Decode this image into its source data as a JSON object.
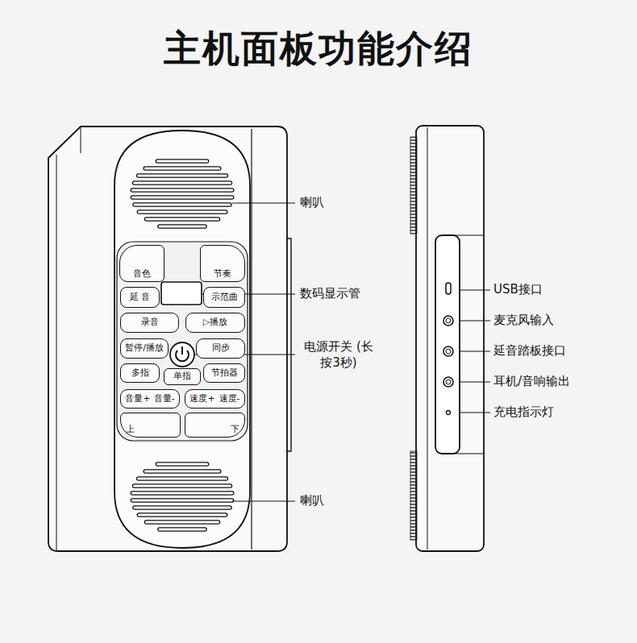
{
  "diagram": {
    "title": "主机面板功能介绍",
    "nodes": [
      {
        "text": [
          "音色"
        ]
      },
      {
        "text": [
          "节奏"
        ]
      },
      {
        "text": [
          "延 音"
        ]
      },
      {
        "text": [
          "示范曲"
        ]
      },
      {
        "text": [
          "录音"
        ]
      },
      {
        "text": [
          "▷播放"
        ]
      },
      {
        "text": [
          "暂停/播放"
        ]
      },
      {
        "text": [
          "同步"
        ]
      },
      {
        "text": [
          "多指"
        ]
      },
      {
        "text": [
          "单指"
        ]
      },
      {
        "text": [
          "节拍器"
        ]
      },
      {
        "text": [
          "音量+",
          "音量-"
        ]
      },
      {
        "text": [
          "速度+",
          "速度-"
        ]
      },
      {
        "text": [
          "上"
        ]
      },
      {
        "text": [
          "下"
        ]
      }
    ],
    "labels": [
      "喇叭",
      "数码显示管",
      "电源开关 (长按3秒)",
      "喇叭",
      "USB接口",
      "麦克风输入",
      "延音踏板接口",
      "耳机/音响输出",
      "充电指示灯"
    ]
  }
}
